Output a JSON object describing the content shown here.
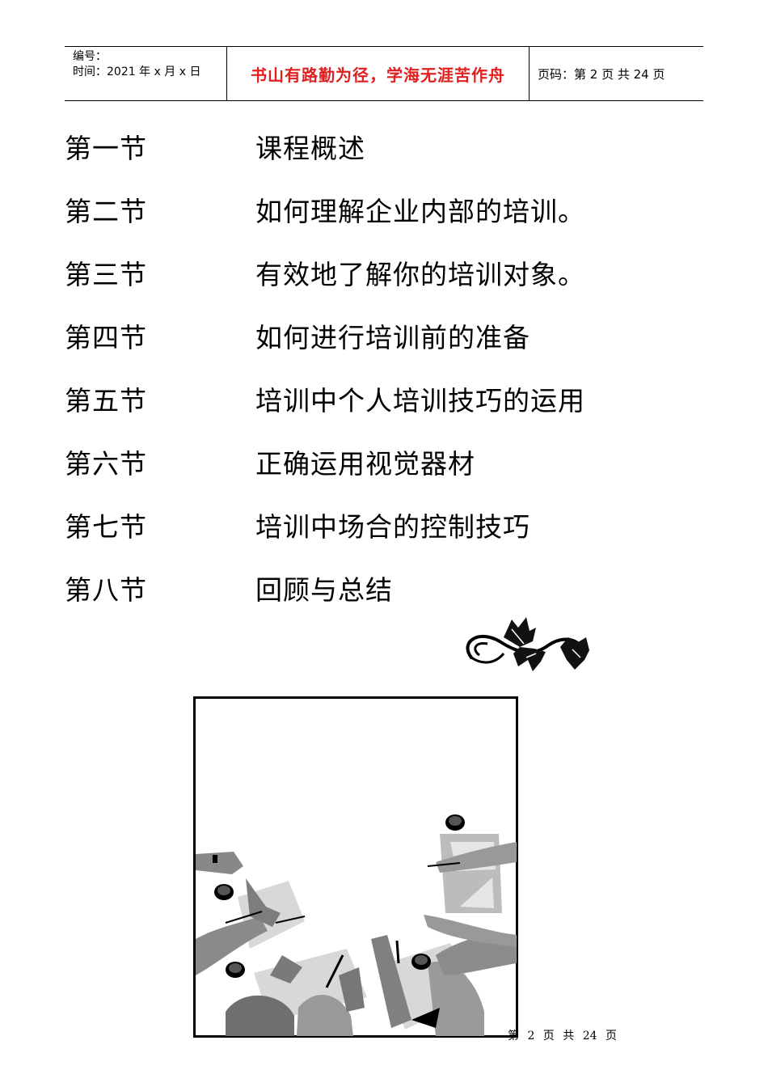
{
  "header": {
    "serial_label": "编号：",
    "date_label": "时间：2021 年 x 月 x 日",
    "motto": "书山有路勤为径，学海无涯苦作舟",
    "page_info": "页码：第 2 页  共 24 页"
  },
  "toc": [
    {
      "section": "第一节",
      "title": "课程概述"
    },
    {
      "section": "第二节",
      "title": "如何理解企业内部的培训。"
    },
    {
      "section": "第三节",
      "title": "有效地了解你的培训对象。"
    },
    {
      "section": "第四节",
      "title": "如何进行培训前的准备"
    },
    {
      "section": "第五节",
      "title": "培训中个人培训技巧的运用"
    },
    {
      "section": "第六节",
      "title": "正确运用视觉器材"
    },
    {
      "section": "第七节",
      "title": "培训中场合的控制技巧"
    },
    {
      "section": "第八节",
      "title": "回顾与总结"
    }
  ],
  "footer": {
    "page_text": "第 2 页 共 24 页"
  },
  "colors": {
    "motto": "#e02020"
  },
  "icons": {
    "decoration": "vine-ornament-icon",
    "illustration": "meeting-table-illustration"
  }
}
